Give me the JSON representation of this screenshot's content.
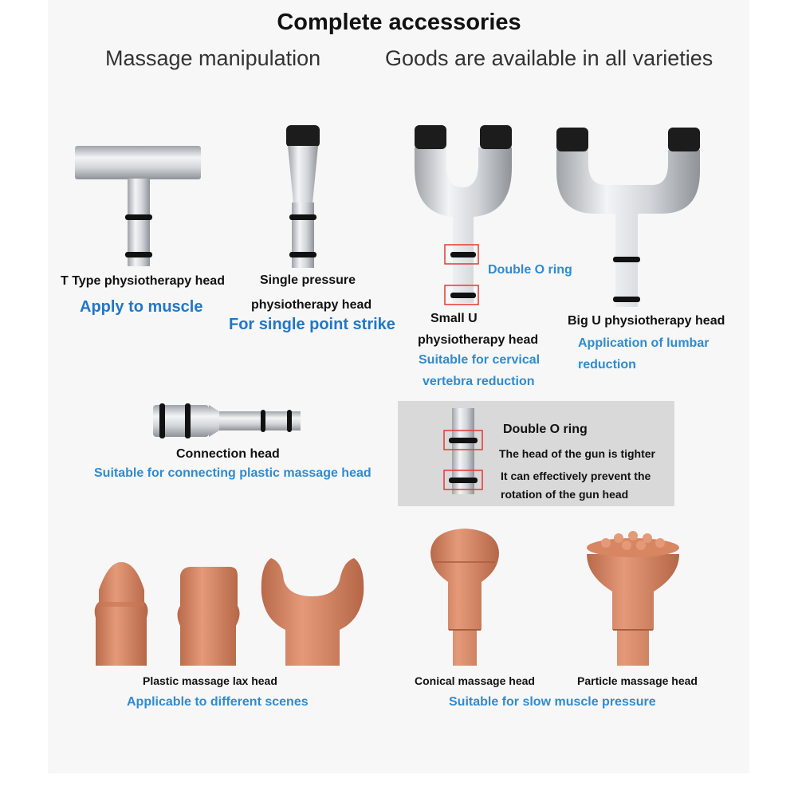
{
  "header": {
    "title": "Complete accessories",
    "left_subtitle": "Massage manipulation",
    "right_subtitle": "Goods are available in all varieties"
  },
  "products": {
    "t_type": {
      "name": "T Type physiotherapy head",
      "use": "Apply to muscle"
    },
    "single": {
      "name_line1": "Single pressure",
      "name_line2": "physiotherapy head",
      "use": "For single point strike"
    },
    "small_u": {
      "name_line1": "Small U",
      "name_line2": "physiotherapy head",
      "use_line1": "Suitable for cervical",
      "use_line2": "vertebra reduction",
      "callout": "Double O ring"
    },
    "big_u": {
      "name": "Big U physiotherapy head",
      "use_line1": "Application of lumbar",
      "use_line2": "reduction"
    },
    "connection": {
      "name": "Connection head",
      "use": "Suitable for connecting plastic massage head"
    },
    "o_ring_info": {
      "title": "Double O ring",
      "line1": "The head of the gun is tighter",
      "line2": "It can effectively prevent the",
      "line3": "rotation of the gun head"
    },
    "plastic_lax": {
      "name": "Plastic massage lax head",
      "use": "Applicable to different scenes"
    },
    "conical": {
      "name": "Conical massage head"
    },
    "particle": {
      "name": "Particle massage head"
    },
    "slow_pressure": {
      "use": "Suitable for slow muscle pressure"
    }
  },
  "colors": {
    "accent_blue": "#2e8bd2",
    "plastic": "#d88562",
    "metal": "#c9ccd0",
    "highlight_box": "#e53935"
  }
}
